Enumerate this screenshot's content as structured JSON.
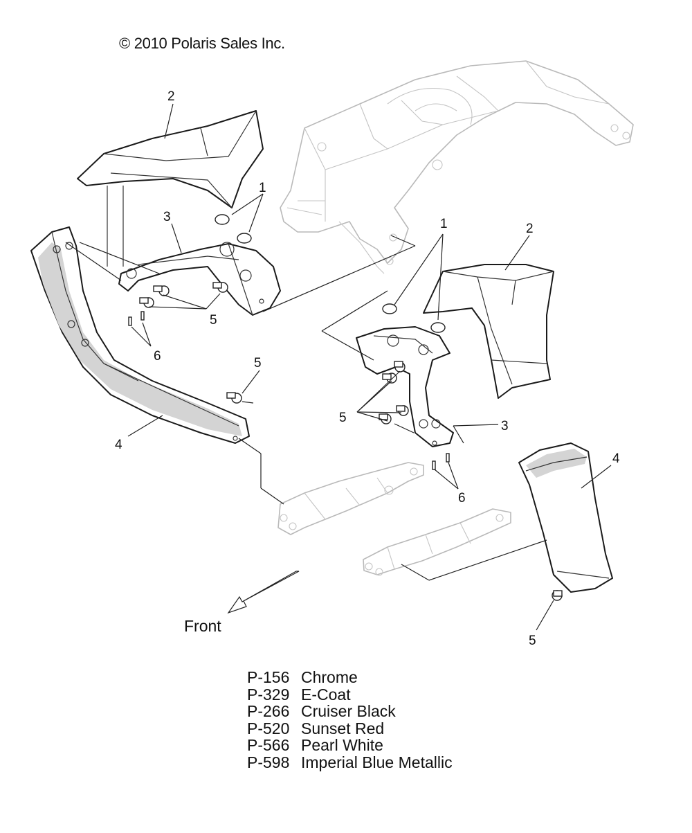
{
  "copyright": "© 2010 Polaris Sales Inc.",
  "callouts": {
    "c1a": "1",
    "c1b": "1",
    "c2a": "2",
    "c2b": "2",
    "c3a": "3",
    "c3b": "3",
    "c4a": "4",
    "c4b": "4",
    "c5a": "5",
    "c5b": "5",
    "c5c": "5",
    "c5d": "5",
    "c6a": "6",
    "c6b": "6"
  },
  "direction_label": "Front",
  "legend": [
    {
      "code": "P-156",
      "name": "Chrome"
    },
    {
      "code": "P-329",
      "name": "E-Coat"
    },
    {
      "code": "P-266",
      "name": "Cruiser Black"
    },
    {
      "code": "P-520",
      "name": "Sunset Red"
    },
    {
      "code": "P-566",
      "name": "Pearl White"
    },
    {
      "code": "P-598",
      "name": "Imperial Blue Metallic"
    }
  ]
}
